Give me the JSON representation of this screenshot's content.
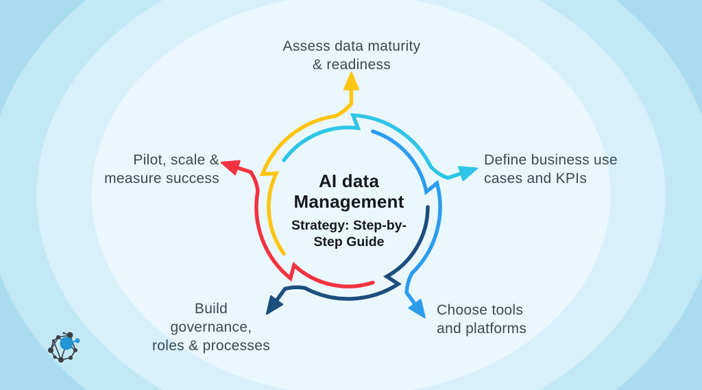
{
  "title": {
    "line1": "AI data",
    "line2": "Management",
    "subtitle_line1": "Strategy: Step-by-",
    "subtitle_line2": "Step Guide"
  },
  "steps": [
    {
      "label": "Assess data maturity & readiness",
      "lines": [
        "Assess data maturity",
        "& readiness"
      ],
      "color": "#FFC40D",
      "position": "top"
    },
    {
      "label": "Define business use cases and KPIs",
      "lines": [
        "Define business use",
        "cases and KPIs"
      ],
      "color": "#2EC5E6",
      "position": "right"
    },
    {
      "label": "Choose tools and platforms",
      "lines": [
        "Choose tools",
        "and platforms"
      ],
      "color": "#2D9CEF",
      "position": "bottom-right"
    },
    {
      "label": "Build governance, roles & processes",
      "lines": [
        "Build governance,",
        "roles & processes"
      ],
      "color": "#1C4E7D",
      "position": "bottom-left"
    },
    {
      "label": "Pilot, scale & measure success",
      "lines": [
        "Pilot, scale &",
        "measure success"
      ],
      "color": "#F2333F",
      "position": "left"
    }
  ],
  "colors": {
    "label_text": "#3A4852",
    "title_text": "#16191C"
  },
  "background": {
    "bands": [
      "#EAF7FD",
      "#D7F0FA",
      "#C2E7F5",
      "#A9DCEF"
    ]
  },
  "logo": {
    "name": "network-nodes-logo",
    "node_color": "#3A3F44",
    "accent_color": "#2196D3"
  }
}
